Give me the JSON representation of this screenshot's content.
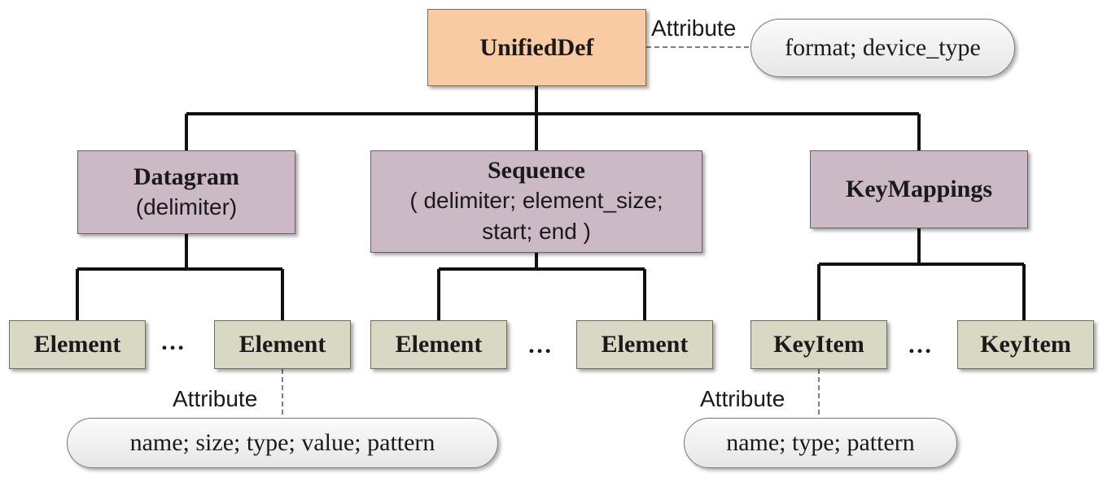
{
  "root": {
    "label": "UnifiedDef"
  },
  "root_attribute": {
    "label": "Attribute",
    "value": "format; device_type"
  },
  "datagram": {
    "label": "Datagram",
    "params": "(delimiter)"
  },
  "sequence": {
    "label": "Sequence",
    "params_line1": "( delimiter; element_size;",
    "params_line2": "start; end )"
  },
  "keymappings": {
    "label": "KeyMappings"
  },
  "datagram_children": {
    "left": "Element",
    "ellipsis": "…",
    "right": "Element"
  },
  "sequence_children": {
    "left": "Element",
    "ellipsis": "…",
    "right": "Element"
  },
  "keymappings_children": {
    "left": "KeyItem",
    "ellipsis": "…",
    "right": "KeyItem"
  },
  "element_attribute": {
    "label": "Attribute",
    "value": "name; size; type; value; pattern"
  },
  "keyitem_attribute": {
    "label": "Attribute",
    "value": "name; type; pattern"
  },
  "colors": {
    "root_fill": "#f8cba3",
    "mid_fill": "#cbb9c6",
    "leaf_fill": "#d8d8c5",
    "attribute_fill": "#eeeeee",
    "connector": "#111111"
  }
}
